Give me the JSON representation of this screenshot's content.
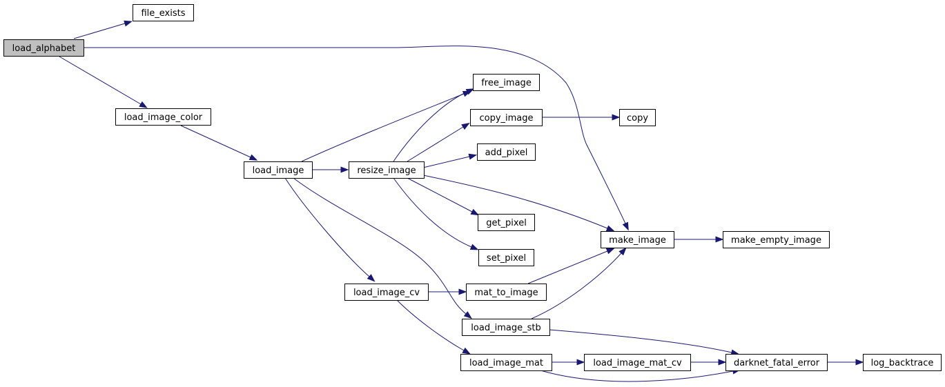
{
  "graph": {
    "root": "load_alphabet",
    "nodes": [
      {
        "id": "load_alphabet",
        "label": "load_alphabet",
        "root": true
      },
      {
        "id": "file_exists",
        "label": "file_exists"
      },
      {
        "id": "load_image_color",
        "label": "load_image_color"
      },
      {
        "id": "load_image",
        "label": "load_image"
      },
      {
        "id": "resize_image",
        "label": "resize_image"
      },
      {
        "id": "free_image",
        "label": "free_image"
      },
      {
        "id": "copy_image",
        "label": "copy_image"
      },
      {
        "id": "copy",
        "label": "copy"
      },
      {
        "id": "add_pixel",
        "label": "add_pixel"
      },
      {
        "id": "get_pixel",
        "label": "get_pixel"
      },
      {
        "id": "set_pixel",
        "label": "set_pixel"
      },
      {
        "id": "make_image",
        "label": "make_image"
      },
      {
        "id": "make_empty_image",
        "label": "make_empty_image"
      },
      {
        "id": "load_image_cv",
        "label": "load_image_cv"
      },
      {
        "id": "mat_to_image",
        "label": "mat_to_image"
      },
      {
        "id": "load_image_stb",
        "label": "load_image_stb"
      },
      {
        "id": "load_image_mat",
        "label": "load_image_mat"
      },
      {
        "id": "load_image_mat_cv",
        "label": "load_image_mat_cv"
      },
      {
        "id": "darknet_fatal_error",
        "label": "darknet_fatal_error"
      },
      {
        "id": "log_backtrace",
        "label": "log_backtrace"
      }
    ],
    "edges": [
      {
        "from": "load_alphabet",
        "to": "file_exists"
      },
      {
        "from": "load_alphabet",
        "to": "make_image"
      },
      {
        "from": "load_alphabet",
        "to": "load_image_color"
      },
      {
        "from": "load_image_color",
        "to": "load_image"
      },
      {
        "from": "load_image",
        "to": "free_image"
      },
      {
        "from": "load_image",
        "to": "resize_image"
      },
      {
        "from": "load_image",
        "to": "load_image_cv"
      },
      {
        "from": "load_image",
        "to": "load_image_stb"
      },
      {
        "from": "resize_image",
        "to": "free_image"
      },
      {
        "from": "resize_image",
        "to": "copy_image"
      },
      {
        "from": "resize_image",
        "to": "add_pixel"
      },
      {
        "from": "resize_image",
        "to": "make_image"
      },
      {
        "from": "resize_image",
        "to": "get_pixel"
      },
      {
        "from": "resize_image",
        "to": "set_pixel"
      },
      {
        "from": "copy_image",
        "to": "copy"
      },
      {
        "from": "make_image",
        "to": "make_empty_image"
      },
      {
        "from": "load_image_cv",
        "to": "mat_to_image"
      },
      {
        "from": "load_image_cv",
        "to": "load_image_mat"
      },
      {
        "from": "mat_to_image",
        "to": "make_image"
      },
      {
        "from": "load_image_stb",
        "to": "make_image"
      },
      {
        "from": "load_image_stb",
        "to": "darknet_fatal_error"
      },
      {
        "from": "load_image_mat",
        "to": "load_image_mat_cv"
      },
      {
        "from": "load_image_mat",
        "to": "darknet_fatal_error"
      },
      {
        "from": "load_image_mat_cv",
        "to": "darknet_fatal_error"
      },
      {
        "from": "darknet_fatal_error",
        "to": "log_backtrace"
      }
    ]
  }
}
